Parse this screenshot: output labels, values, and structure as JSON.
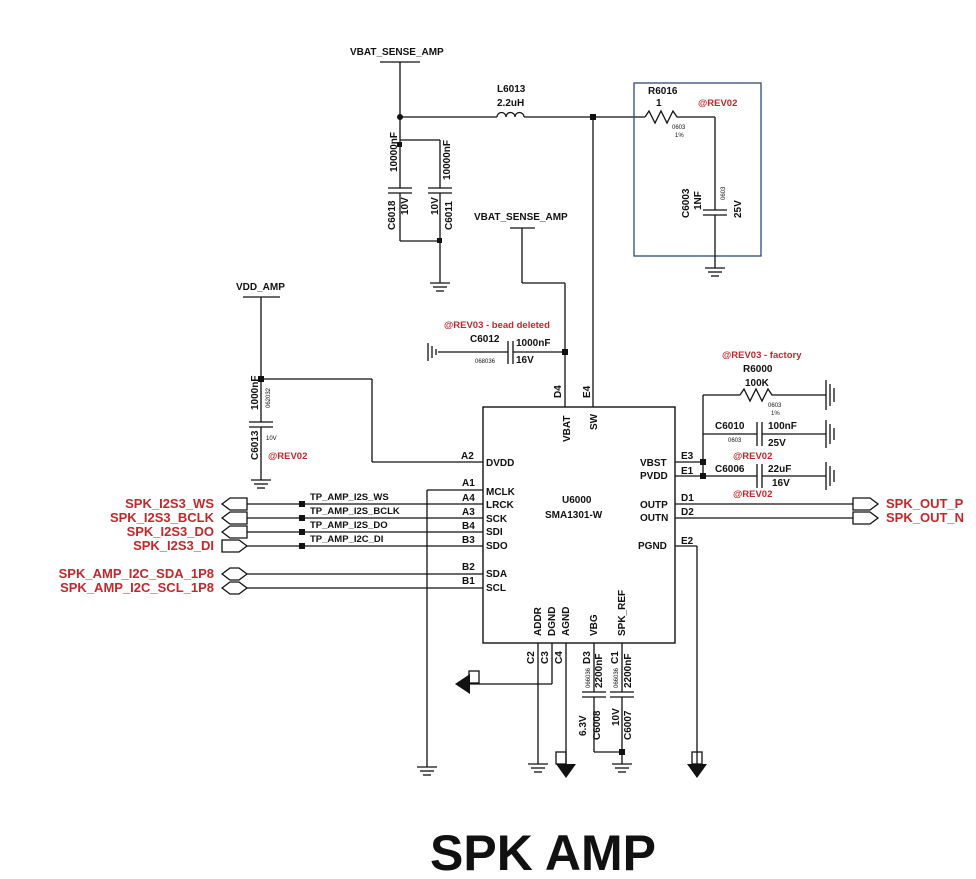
{
  "title": "SPK AMP",
  "ic": {
    "ref": "U6000",
    "part": "SMA1301-W",
    "pins": {
      "vbat": "VBAT",
      "sw": "SW",
      "dvdd": "DVDD",
      "mclk": "MCLK",
      "lrck": "LRCK",
      "sck": "SCK",
      "sdi": "SDI",
      "sdo": "SDO",
      "sda": "SDA",
      "scl": "SCL",
      "vbst": "VBST",
      "pvdd": "PVDD",
      "outp": "OUTP",
      "outn": "OUTN",
      "pgnd": "PGND",
      "addr": "ADDR",
      "dgnd": "DGND",
      "agnd": "AGND",
      "vbg": "VBG",
      "spk_ref": "SPK_REF"
    },
    "pin_numbers": {
      "d4": "D4",
      "e4": "E4",
      "a2": "A2",
      "a1": "A1",
      "a4": "A4",
      "a3": "A3",
      "b4": "B4",
      "b3": "B3",
      "b2": "B2",
      "b1": "B1",
      "e3": "E3",
      "e1": "E1",
      "d1": "D1",
      "d2": "D2",
      "e2": "E2",
      "c2": "C2",
      "c3": "C3",
      "c4": "C4",
      "d3": "D3",
      "c1": "C1"
    }
  },
  "nets": {
    "vbat_sense_top": "VBAT_SENSE_AMP",
    "vbat_sense_mid": "VBAT_SENSE_AMP",
    "vdd_amp": "VDD_AMP",
    "tp_ws": "TP_AMP_I2S_WS",
    "tp_bclk": "TP_AMP_I2S_BCLK",
    "tp_do": "TP_AMP_I2S_DO",
    "tp_di": "TP_AMP_I2C_DI"
  },
  "ports": {
    "ws": "SPK_I2S3_WS",
    "bclk": "SPK_I2S3_BCLK",
    "do": "SPK_I2S3_DO",
    "di": "SPK_I2S3_DI",
    "sda": "SPK_AMP_I2C_SDA_1P8",
    "scl": "SPK_AMP_I2C_SCL_1P8",
    "out_p": "SPK_OUT_P",
    "out_n": "SPK_OUT_N"
  },
  "components": {
    "l6013": {
      "ref": "L6013",
      "value": "2.2uH"
    },
    "r6016": {
      "ref": "R6016",
      "value": "1",
      "pkg": "0603",
      "tol": "1%"
    },
    "c6003": {
      "ref": "C6003",
      "value": "1NF",
      "pkg": "0603",
      "volt": "25V"
    },
    "c6018": {
      "ref": "C6018",
      "value": "10000nF",
      "volt": "10V"
    },
    "c6011": {
      "ref": "C6011",
      "value": "10000nF",
      "volt": "10V"
    },
    "c6012": {
      "ref": "C6012",
      "value": "1000nF",
      "pkg": "068036",
      "volt": "16V"
    },
    "c6013": {
      "ref": "C6013",
      "value": "1000nF",
      "pkg": "062032",
      "volt": "10V"
    },
    "r6000": {
      "ref": "R6000",
      "value": "100K",
      "pkg": "0603",
      "tol": "1%"
    },
    "c6010": {
      "ref": "C6010",
      "value": "100nF",
      "pkg": "0603",
      "volt": "25V"
    },
    "c6006": {
      "ref": "C6006",
      "value": "22uF",
      "volt": "16V"
    },
    "c6008": {
      "ref": "C6008",
      "value": "2200nF",
      "pkg": "066036",
      "volt": "6.3V"
    },
    "c6007": {
      "ref": "C6007",
      "value": "2200nF",
      "pkg": "066036",
      "volt": "10V"
    }
  },
  "notes": {
    "rev02_r6016": "@REV02",
    "rev03_c6012": "@REV03 - bead deleted",
    "rev02_c6013": "@REV02",
    "rev03_r6000": "@REV03 - factory",
    "rev02_e3": "@REV02",
    "rev02_c6006": "@REV02"
  }
}
